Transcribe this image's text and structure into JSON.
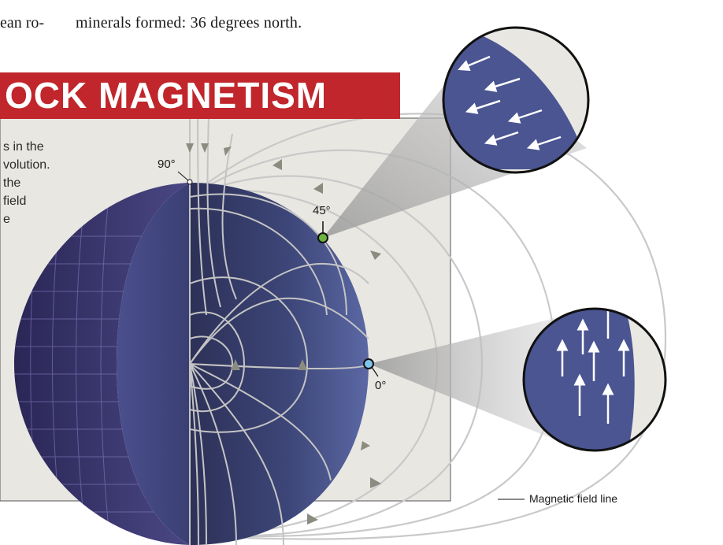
{
  "body_text": {
    "left_fragment": "ean ro-",
    "right_line": "minerals formed: 36 degrees north."
  },
  "banner": {
    "title": "OCK MAGNETISM",
    "color": "#c0262b"
  },
  "caption": {
    "lines": [
      "s in the",
      "volution.",
      "the",
      "field",
      "e"
    ]
  },
  "latitude_markers": [
    {
      "label": "90°",
      "color": "#ffffff"
    },
    {
      "label": "45°",
      "color": "#6db33f"
    },
    {
      "label": "0°",
      "color": "#7fc3ea"
    }
  ],
  "legend": {
    "field_line_label": "Magnetic field line"
  },
  "colors": {
    "globe": "#4a5591",
    "panel": "#e9e7e2",
    "field_line": "#c9c9c9",
    "arrow": "#8b8c80"
  },
  "insets": [
    {
      "name": "inclined-arrows",
      "icon": "arrow-left-icon"
    },
    {
      "name": "vertical-arrows",
      "icon": "arrow-up-icon"
    }
  ]
}
